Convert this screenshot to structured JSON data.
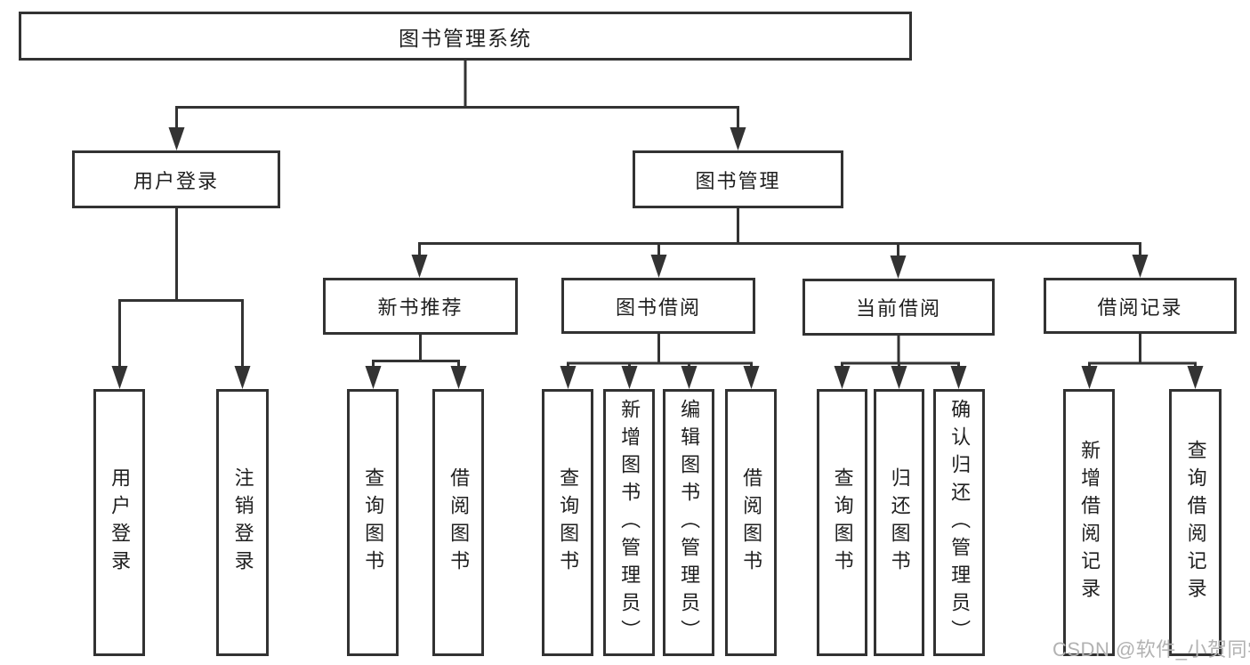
{
  "tree": {
    "root": "图书管理系统",
    "children": [
      {
        "label": "用户登录",
        "children": [
          "用户登录",
          "注销登录"
        ]
      },
      {
        "label": "图书管理",
        "children": [
          {
            "label": "新书推荐",
            "children": [
              "查询图书",
              "借阅图书"
            ]
          },
          {
            "label": "图书借阅",
            "children": [
              "查询图书",
              "新增图书（管理员）",
              "编辑图书（管理员）",
              "借阅图书"
            ]
          },
          {
            "label": "当前借阅",
            "children": [
              "查询图书",
              "归还图书",
              "确认归还（管理员）"
            ]
          },
          {
            "label": "借阅记录",
            "children": [
              "新增借阅记录",
              "查询借阅记录"
            ]
          }
        ]
      }
    ]
  },
  "watermark": "CSDN @软件_小贺同学",
  "colors": {
    "background": "#ffffff",
    "box_border": "#323232",
    "connector_line": "#333333",
    "text": "#1f1f1f",
    "watermark_text": "#b2b2b2"
  }
}
